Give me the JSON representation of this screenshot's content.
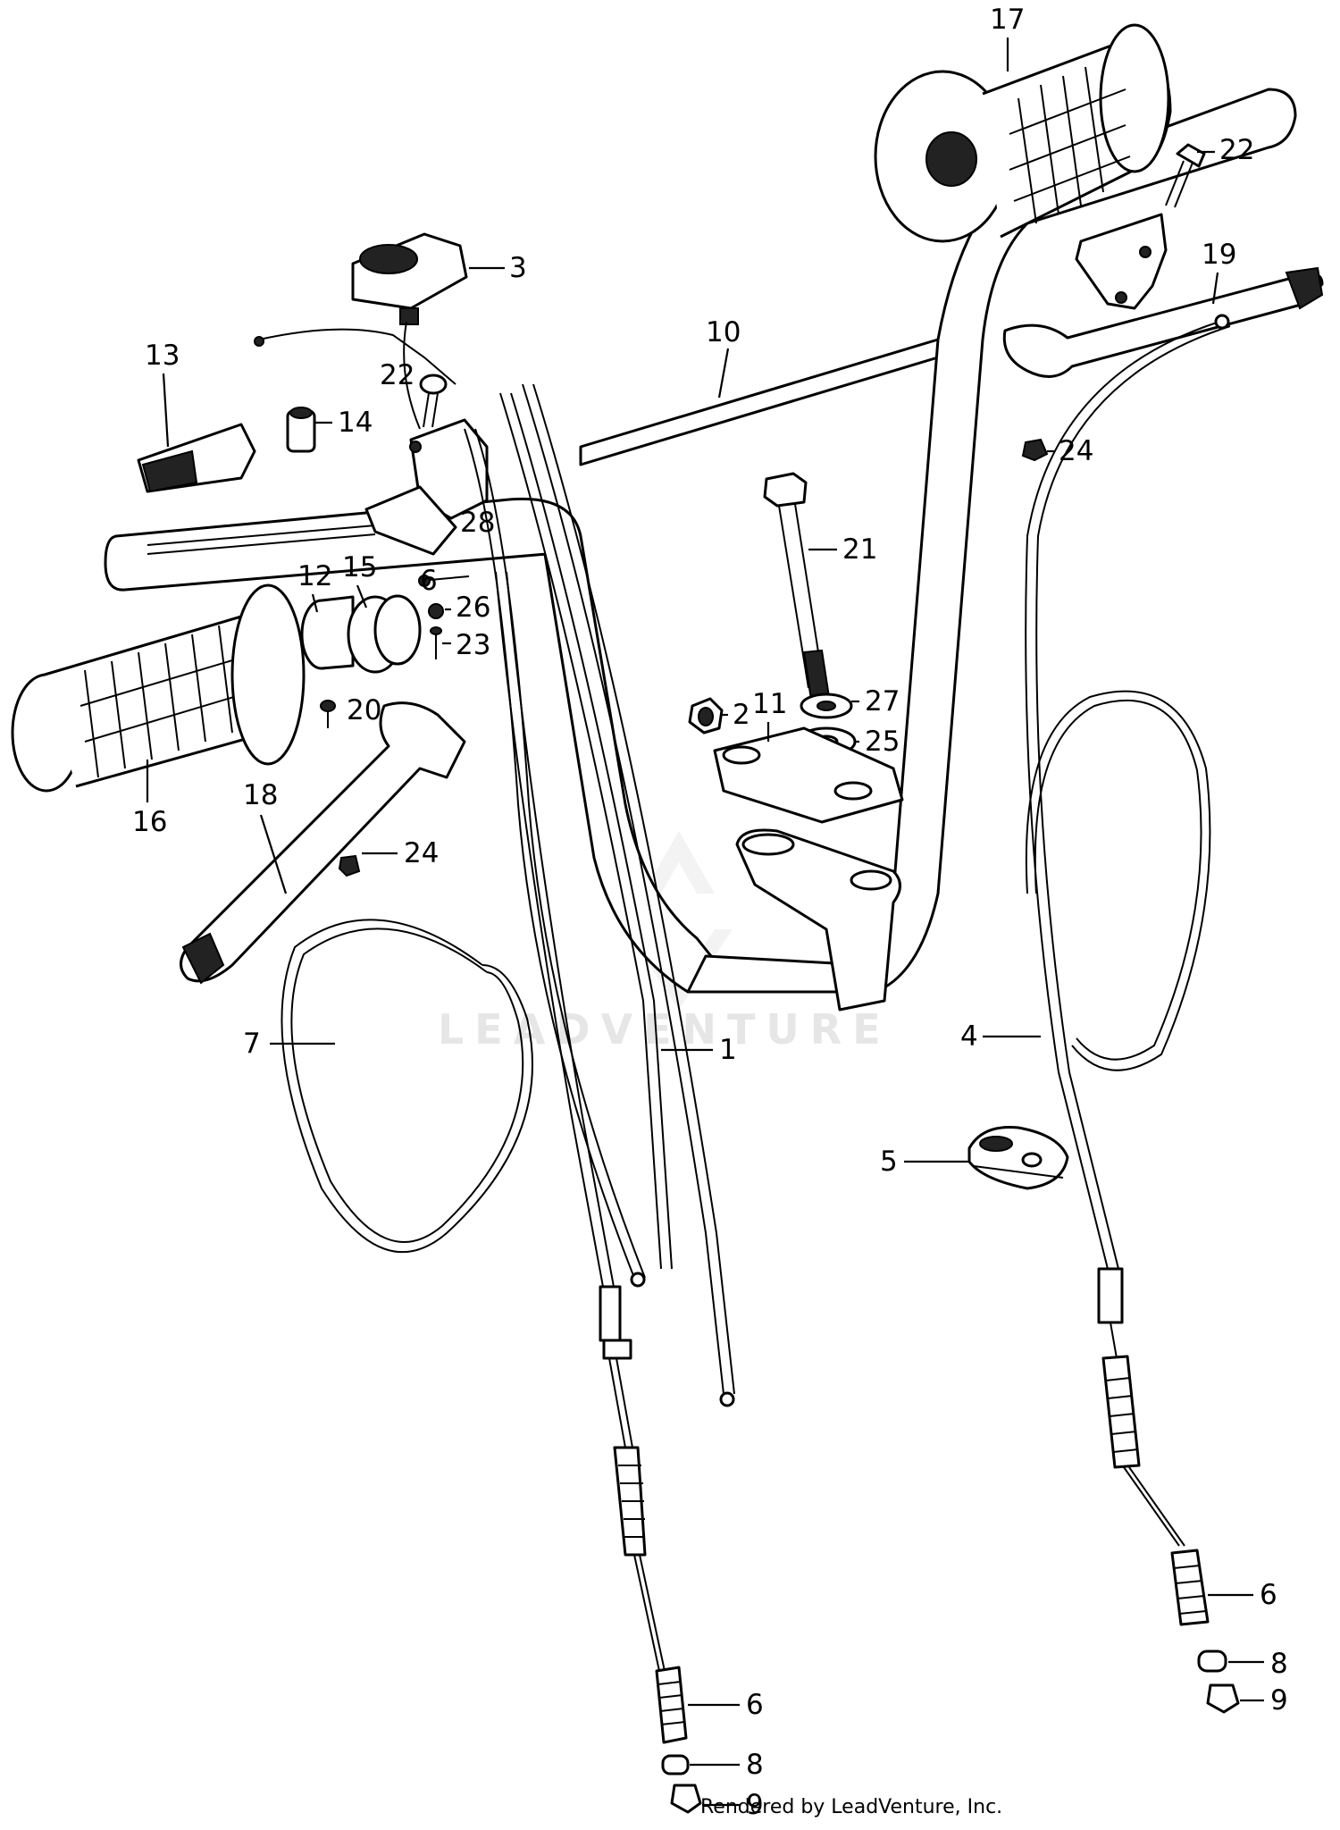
{
  "watermark": "LEADVENTURE",
  "footer": "Rendered by LeadVenture, Inc.",
  "callouts": {
    "c1": "1",
    "c2": "2",
    "c3": "3",
    "c4": "4",
    "c5": "5",
    "c6a": "6",
    "c6b": "6",
    "c6c": "6",
    "c7": "7",
    "c8a": "8",
    "c8b": "8",
    "c9a": "9",
    "c9b": "9",
    "c10": "10",
    "c11": "11",
    "c12": "12",
    "c13": "13",
    "c14": "14",
    "c15": "15",
    "c16": "16",
    "c17": "17",
    "c18": "18",
    "c19": "19",
    "c20": "20",
    "c21": "21",
    "c22a": "22",
    "c22b": "22",
    "c23": "23",
    "c24a": "24",
    "c24b": "24",
    "c25": "25",
    "c26": "26",
    "c27": "27",
    "c28": "28"
  }
}
